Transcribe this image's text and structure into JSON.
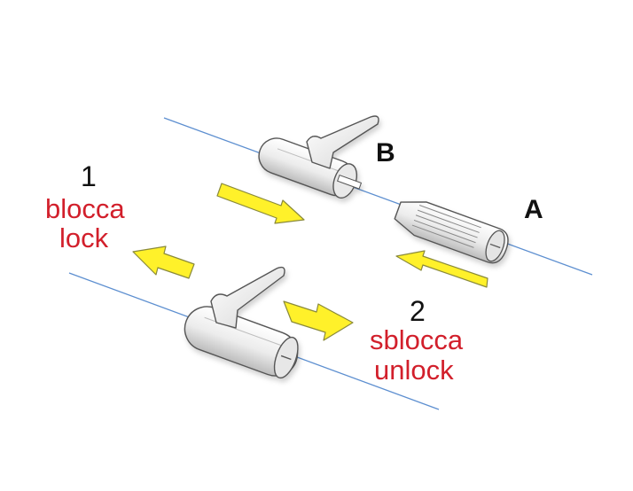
{
  "labels": {
    "letter_b": "B",
    "letter_a": "A",
    "step1_number": "1",
    "step1_it": "blocca",
    "step1_en": "lock",
    "step2_number": "2",
    "step2_it": "sblocca",
    "step2_en": "unlock"
  },
  "colors": {
    "background": "#ffffff",
    "wire": "#5d8fd0",
    "arrow_fill": "#fff12a",
    "arrow_stroke": "#8a8a3a",
    "label_red": "#d21f2b",
    "label_black": "#111111",
    "part_fill": "#f4f4f4",
    "part_stroke": "#555555"
  },
  "icons": {
    "clip_b": "cable-clip-with-lever",
    "clip_a": "ribbed-cable-stopper",
    "clip_assembled": "assembled-clip-with-lever",
    "arrows": "yellow-direction-arrow"
  }
}
